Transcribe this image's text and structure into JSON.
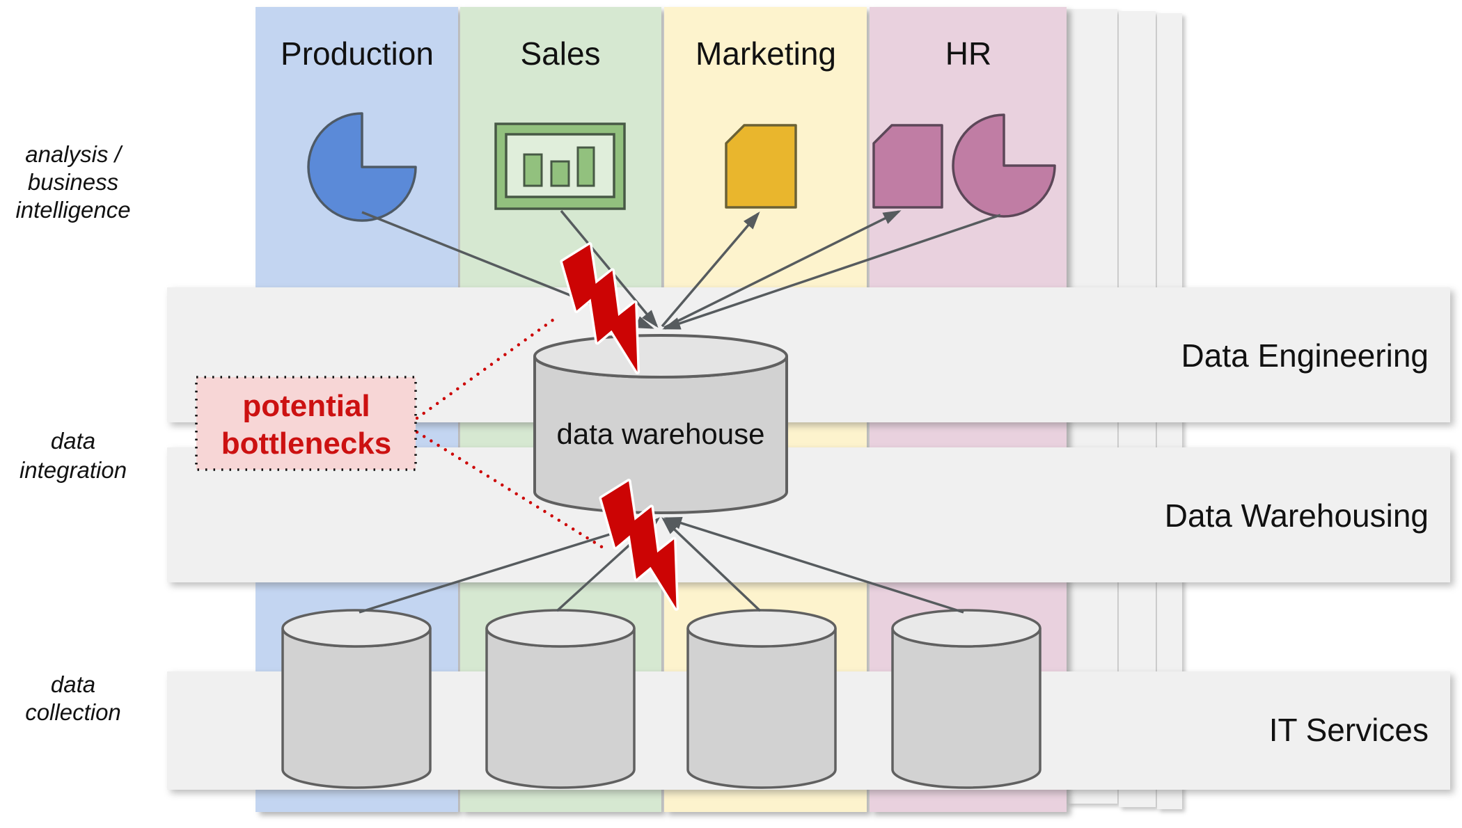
{
  "columns": [
    {
      "label": "Production",
      "color": "#c3d5f1"
    },
    {
      "label": "Sales",
      "color": "#d6e8d1"
    },
    {
      "label": "Marketing",
      "color": "#fdf3cd"
    },
    {
      "label": "HR",
      "color": "#e9d1de"
    }
  ],
  "row_labels": [
    {
      "lines": [
        "analysis /",
        "business",
        "intelligence"
      ]
    },
    {
      "lines": [
        "data",
        "integration"
      ]
    },
    {
      "lines": [
        "data",
        "collection"
      ]
    }
  ],
  "bands": [
    {
      "label": "Data Engineering"
    },
    {
      "label": "Data Warehousing"
    },
    {
      "label": "IT Services"
    }
  ],
  "warehouse": {
    "label": "data warehouse"
  },
  "callout": {
    "lines": [
      "potential",
      "bottlenecks"
    ]
  },
  "icons": {
    "production": "pie-chart-icon",
    "sales": "bar-chart-icon",
    "marketing": "document-icon",
    "hr": [
      "document-icon",
      "pie-chart-icon"
    ]
  },
  "colors": {
    "pie_blue": "#5b8ad8",
    "chart_green": "#92c17e",
    "chart_green_inner": "#e0eedb",
    "doc_yellow": "#e9b62d",
    "hr_mauve": "#c07da4",
    "band_gray": "#f0f0f0",
    "cylinder_body": "#d2d2d2",
    "cylinder_top": "#e9e9e9",
    "callout_bg": "#f7d6d6",
    "callout_text": "#cc1111",
    "bolt_red": "#cc0404",
    "dotted_red": "#cc0000",
    "connector_gray": "#565b5e"
  }
}
